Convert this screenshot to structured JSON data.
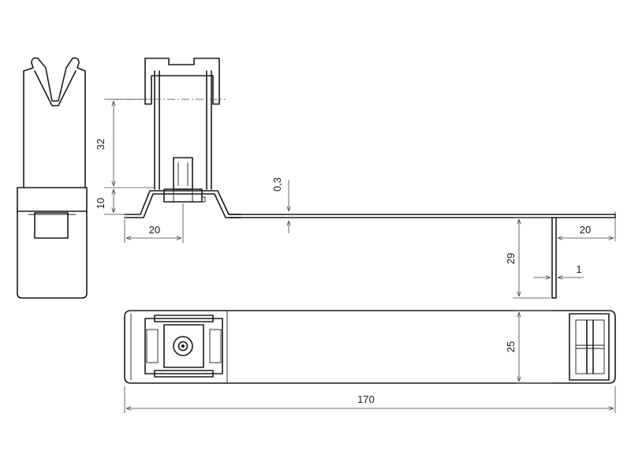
{
  "dimensions": {
    "d32": "32",
    "d10": "10",
    "d20_left": "20",
    "d0_3": "0,3",
    "d20_right": "20",
    "d29": "29",
    "d1": "1",
    "d25": "25",
    "d170": "170"
  }
}
